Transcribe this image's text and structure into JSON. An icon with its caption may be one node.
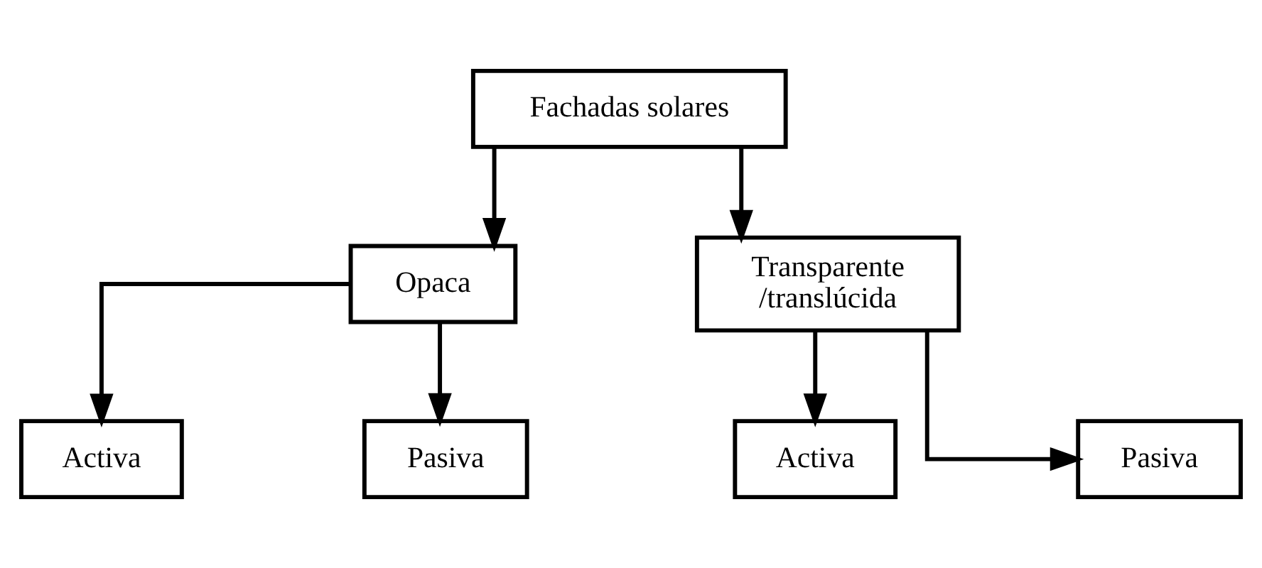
{
  "diagram": {
    "nodes": [
      {
        "text": [
          "Fachadas solares"
        ]
      },
      {
        "text": [
          "Opaca"
        ]
      },
      {
        "text": [
          "Transparente /translúcida"
        ]
      },
      {
        "text": [
          "Activa"
        ]
      },
      {
        "text": [
          "Pasiva"
        ]
      },
      {
        "text": [
          "Activa"
        ]
      },
      {
        "text": [
          "Pasiva"
        ]
      }
    ],
    "edges": [
      {
        "from": 0,
        "to": 1,
        "arrow": "to"
      },
      {
        "from": 0,
        "to": 2,
        "arrow": "to"
      },
      {
        "from": 1,
        "to": 3,
        "arrow": "to"
      },
      {
        "from": 1,
        "to": 4,
        "arrow": "to"
      },
      {
        "from": 2,
        "to": 5,
        "arrow": "to"
      },
      {
        "from": 2,
        "to": 6,
        "arrow": "to"
      }
    ]
  }
}
